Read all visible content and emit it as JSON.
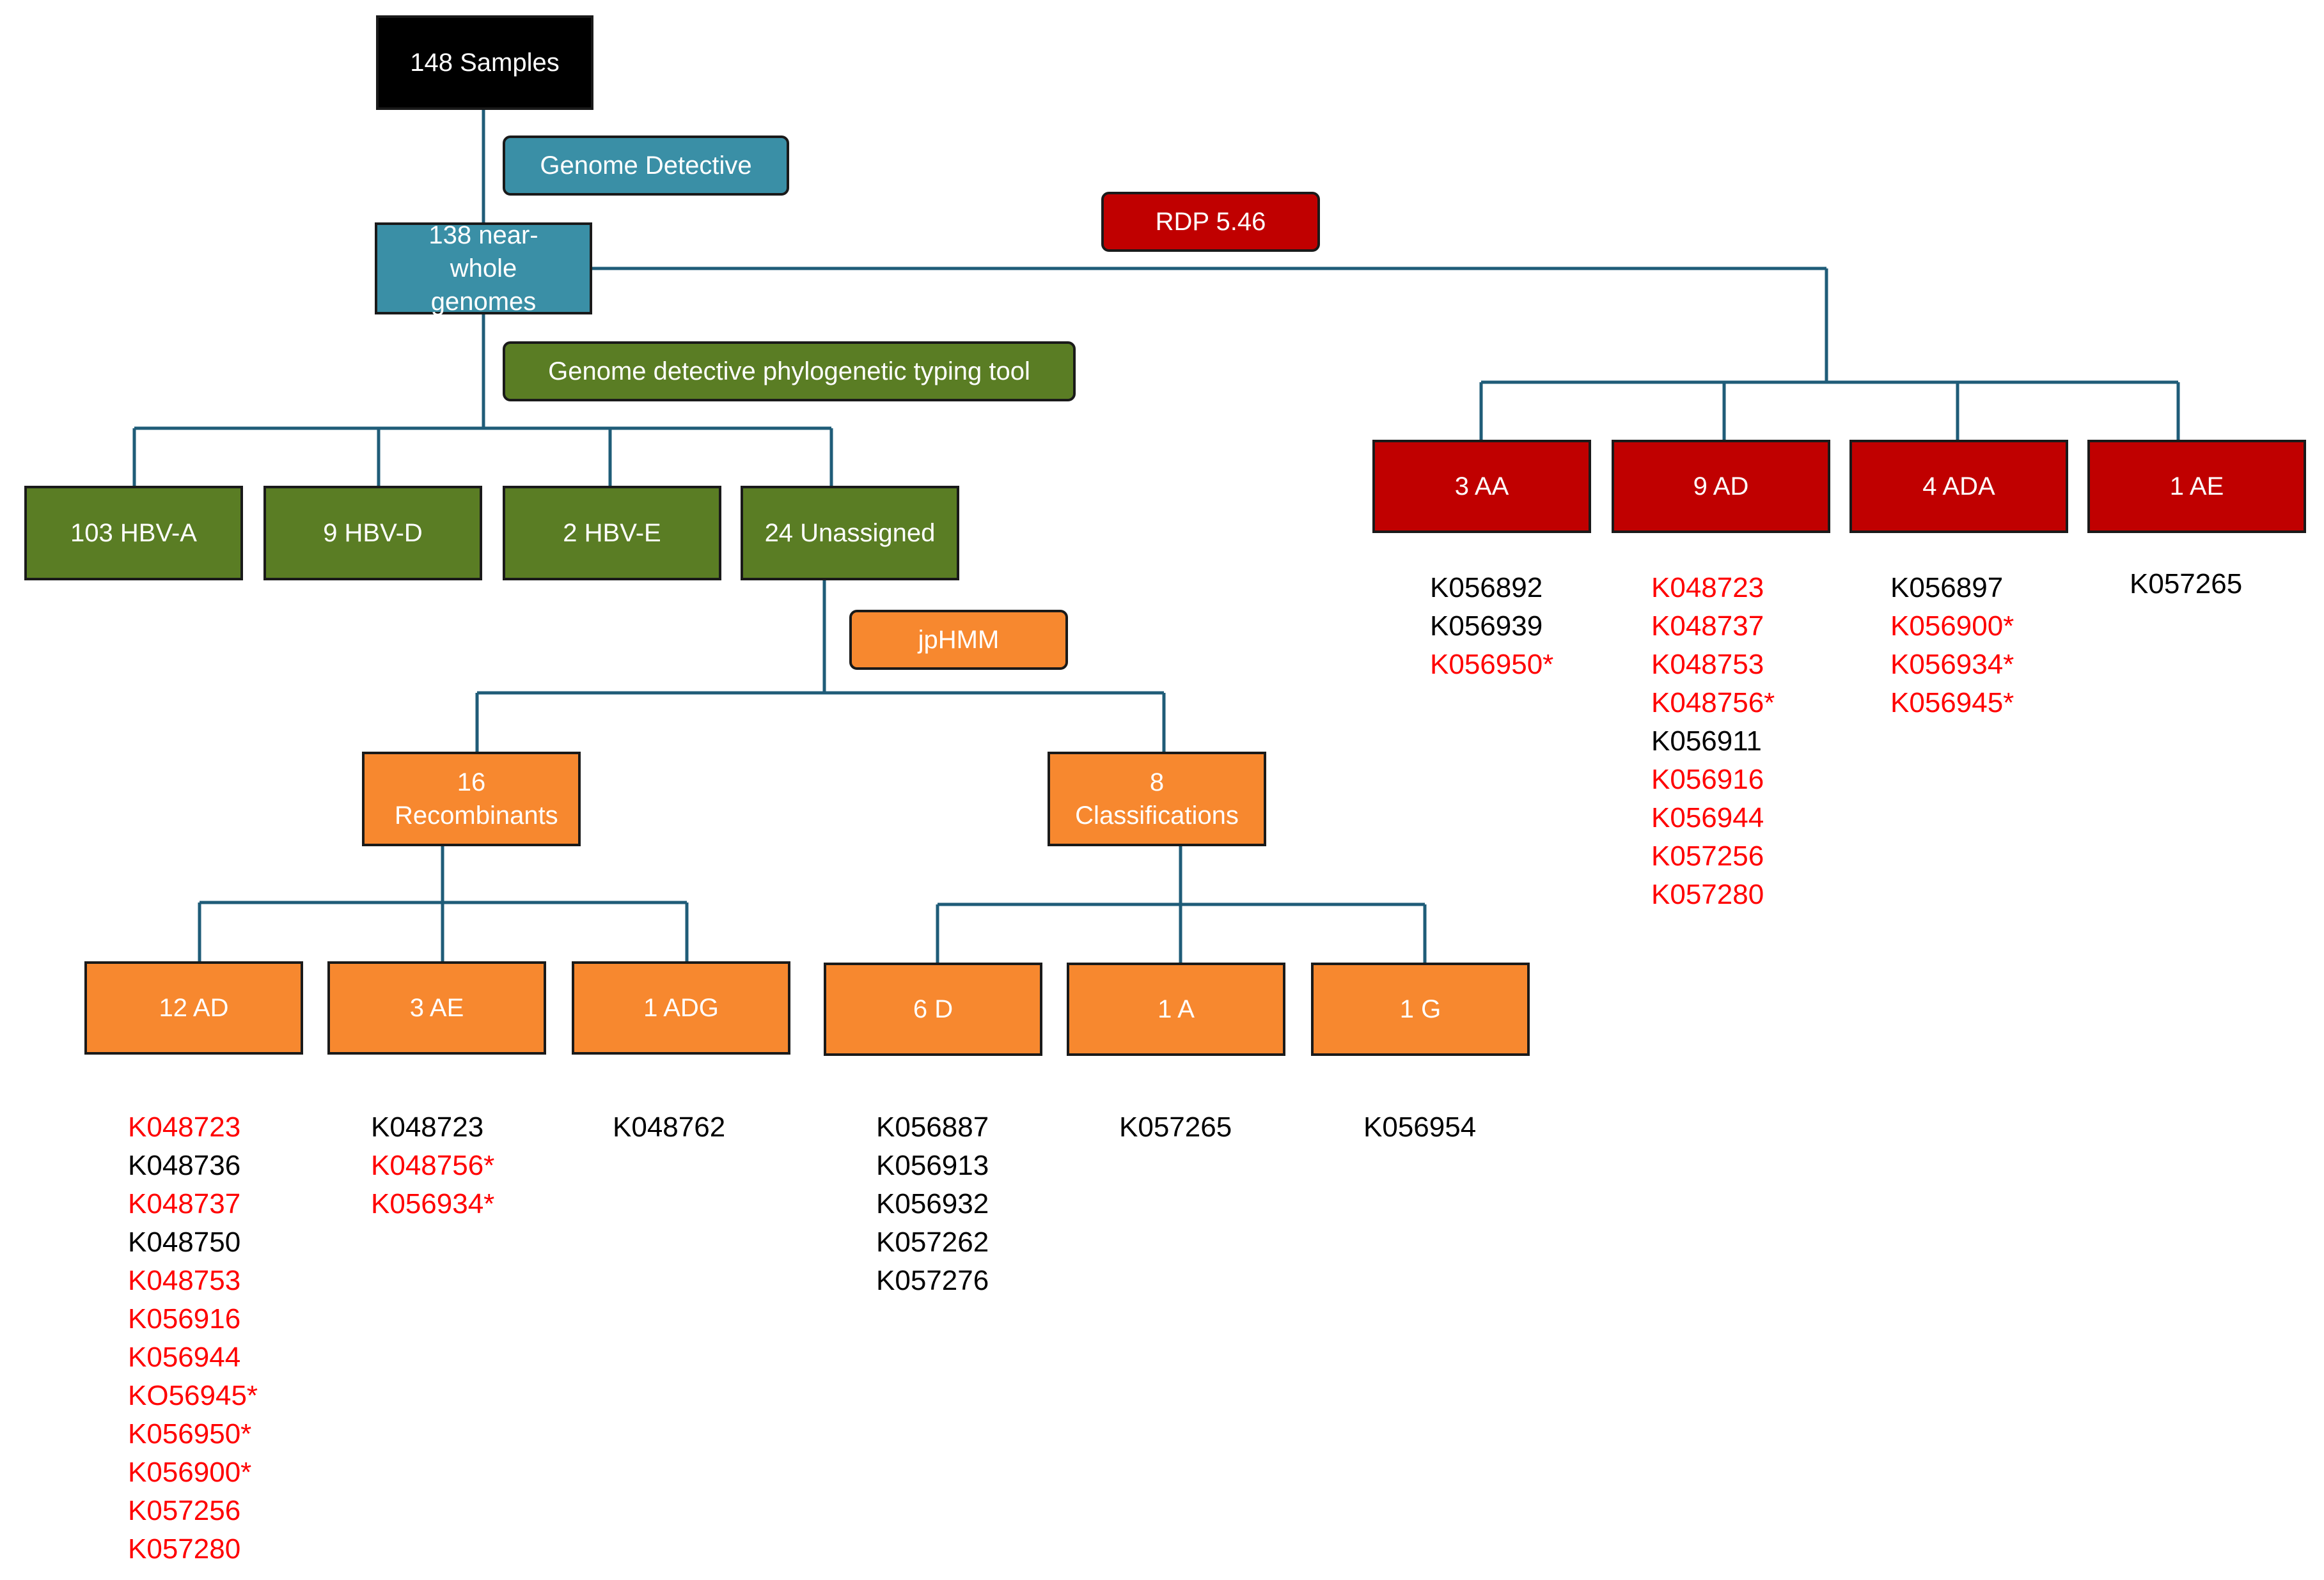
{
  "colors": {
    "sample": "#000000",
    "detective": "#3a8fa6",
    "typing": "#5a7d24",
    "jphmm": "#f7882f",
    "rdp": "#c00000",
    "line": "#1f5c78",
    "text_black": "#000000",
    "text_red": "#ff0000"
  },
  "nodes": {
    "samples": "148 Samples",
    "genomes": "138 near-whole genomes",
    "hbv_a": "103 HBV-A",
    "hbv_d": "9 HBV-D",
    "hbv_e": "2 HBV-E",
    "unassigned": "24 Unassigned",
    "recombinants": "16 Recombinants",
    "classifications": "8 Classifications",
    "ad_12": "12 AD",
    "ae_3": "3 AE",
    "adg_1": "1 ADG",
    "d_6": "6 D",
    "a_1": "1 A",
    "g_1": "1 G",
    "rdp_aa_3": "3 AA",
    "rdp_ad_9": "9 AD",
    "rdp_ada_4": "4 ADA",
    "rdp_ae_1": "1 AE"
  },
  "tools": {
    "genome_detective": "Genome Detective",
    "typing_tool": "Genome detective phylogenetic typing tool",
    "jphmm": "jpHMM",
    "rdp": "RDP 5.46"
  },
  "lists": {
    "ad_12": [
      {
        "id": "K048723",
        "color": "red"
      },
      {
        "id": "K048736",
        "color": "black"
      },
      {
        "id": "K048737",
        "color": "red"
      },
      {
        "id": "K048750",
        "color": "black"
      },
      {
        "id": "K048753",
        "color": "red"
      },
      {
        "id": "K056916",
        "color": "red"
      },
      {
        "id": "K056944",
        "color": "red"
      },
      {
        "id": "KO56945*",
        "color": "red"
      },
      {
        "id": "K056950*",
        "color": "red"
      },
      {
        "id": "K056900*",
        "color": "red"
      },
      {
        "id": "K057256",
        "color": "red"
      },
      {
        "id": "K057280",
        "color": "red"
      }
    ],
    "ae_3": [
      {
        "id": "K048723",
        "color": "black"
      },
      {
        "id": "K048756*",
        "color": "red"
      },
      {
        "id": "K056934*",
        "color": "red"
      }
    ],
    "adg_1": [
      {
        "id": "K048762",
        "color": "black"
      }
    ],
    "d_6": [
      {
        "id": "K056887",
        "color": "black"
      },
      {
        "id": "K056913",
        "color": "black"
      },
      {
        "id": "K056932",
        "color": "black"
      },
      {
        "id": "K057262",
        "color": "black"
      },
      {
        "id": "K057276",
        "color": "black"
      }
    ],
    "a_1": [
      {
        "id": "K057265",
        "color": "black"
      }
    ],
    "g_1": [
      {
        "id": "K056954",
        "color": "black"
      }
    ],
    "rdp_aa_3": [
      {
        "id": "K056892",
        "color": "black"
      },
      {
        "id": "K056939",
        "color": "black"
      },
      {
        "id": "K056950*",
        "color": "red"
      }
    ],
    "rdp_ad_9": [
      {
        "id": "K048723",
        "color": "red"
      },
      {
        "id": "K048737",
        "color": "red"
      },
      {
        "id": "K048753",
        "color": "red"
      },
      {
        "id": "K048756*",
        "color": "red"
      },
      {
        "id": "K056911",
        "color": "black"
      },
      {
        "id": "K056916",
        "color": "red"
      },
      {
        "id": "K056944",
        "color": "red"
      },
      {
        "id": "K057256",
        "color": "red"
      },
      {
        "id": "K057280",
        "color": "red"
      }
    ],
    "rdp_ada_4": [
      {
        "id": "K056897",
        "color": "black"
      },
      {
        "id": "K056900*",
        "color": "red"
      },
      {
        "id": "K056934*",
        "color": "red"
      },
      {
        "id": "K056945*",
        "color": "red"
      }
    ],
    "rdp_ae_1": [
      {
        "id": "K057265",
        "color": "black"
      }
    ]
  }
}
